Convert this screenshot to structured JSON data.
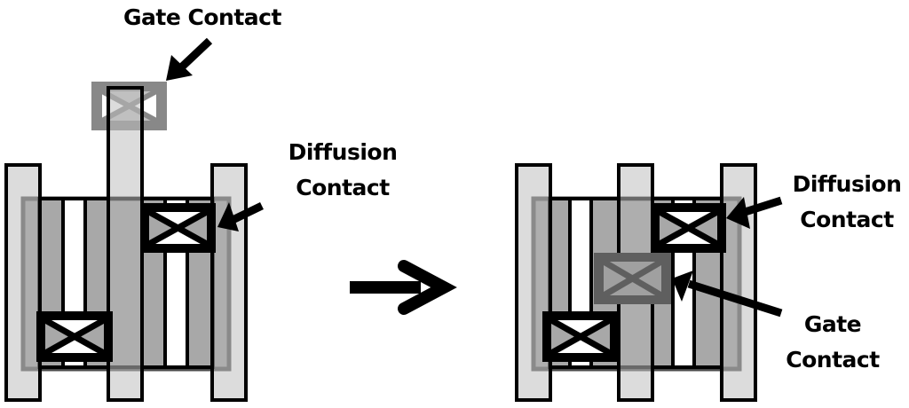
{
  "figure": {
    "description": "Layout transformation: gate contact moved from outside the active region onto the active region (contact over active gate)",
    "before": {
      "labels": {
        "gate_contact": "Gate Contact",
        "diffusion_contact_line1": "Diffusion",
        "diffusion_contact_line2": "Contact"
      }
    },
    "after": {
      "labels": {
        "diffusion_contact_line1": "Diffusion",
        "diffusion_contact_line2": "Contact",
        "gate_contact_line1": "Gate",
        "gate_contact_line2": "Contact"
      }
    },
    "transition_arrow": "right-arrow",
    "colors": {
      "gate_fill": "#c0c0c0",
      "diffusion_fill": "#999999",
      "fin_fill": "#a8a8a8",
      "gap_fill": "#ffffff",
      "outline": "#000000",
      "diffusion_outline": "#4a4a4a",
      "gate_contact_fill": "#888888",
      "gate_contact_right_fill": "#5f5f5f"
    }
  }
}
